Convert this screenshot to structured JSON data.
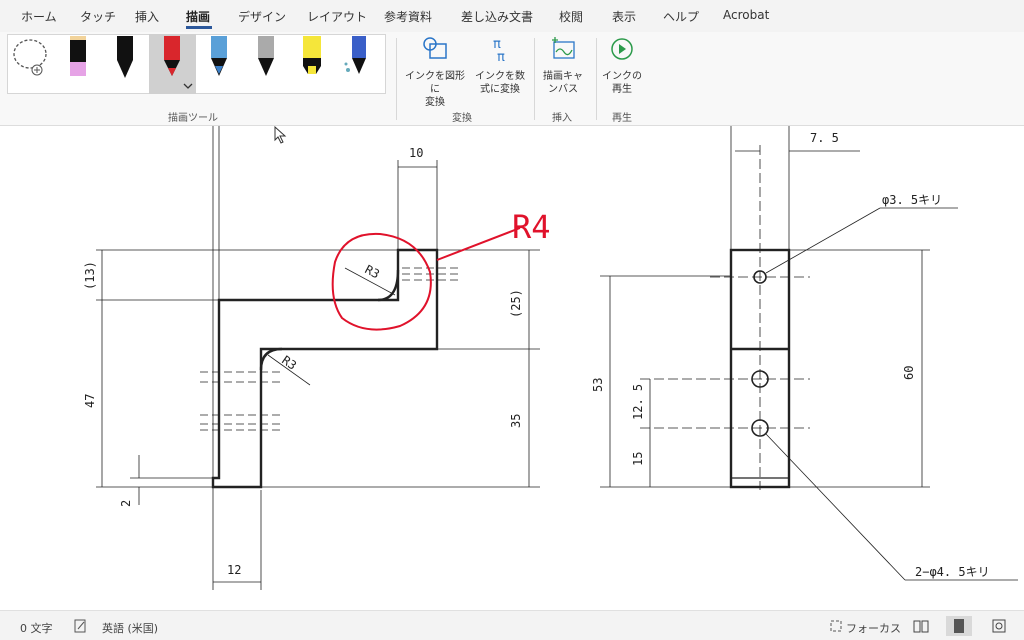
{
  "tabs": [
    {
      "label": "ホーム"
    },
    {
      "label": "タッチ"
    },
    {
      "label": "挿入"
    },
    {
      "label": "描画"
    },
    {
      "label": "デザイン"
    },
    {
      "label": "レイアウト"
    },
    {
      "label": "参考資料"
    },
    {
      "label": "差し込み文書"
    },
    {
      "label": "校閲"
    },
    {
      "label": "表示"
    },
    {
      "label": "ヘルプ"
    },
    {
      "label": "Acrobat"
    }
  ],
  "active_tab": "描画",
  "ribbon": {
    "draw_tools_label": "描画ツール",
    "convert_label": "変換",
    "insert_label": "挿入",
    "replay_label": "再生",
    "ink_to_shape": "インクを図形に変換",
    "ink_to_shape_l1": "インクを図形に",
    "ink_to_shape_l2": "変換",
    "ink_to_math_l1": "インクを数",
    "ink_to_math_l2": "式に変換",
    "canvas_l1": "描画キャ",
    "canvas_l2": "ンバス",
    "replay_l1": "インクの",
    "replay_l2": "再生",
    "pen_colors": [
      "#e8e8f8",
      "#333333",
      "#d9262c",
      "#3a7fc8",
      "#777777",
      "#f5e63a",
      "#3a5fc8"
    ]
  },
  "drawing": {
    "dims": {
      "d10": "10",
      "d7_5": "7. 5",
      "d13": "(13)",
      "d25": "(25)",
      "d47": "47",
      "d35": "35",
      "d2": "2",
      "d12": "12",
      "d53": "53",
      "d12_5": "12. 5",
      "d15": "15",
      "d60": "60",
      "r3a": "R3",
      "r3b": "R3"
    },
    "notes": {
      "hole_small": "φ3. 5キリ",
      "hole_large": "2−φ4. 5キリ"
    },
    "annotation": "R4"
  },
  "status": {
    "word_count": "0 文字",
    "language": "英語 (米国)",
    "focus": "フォーカス"
  }
}
